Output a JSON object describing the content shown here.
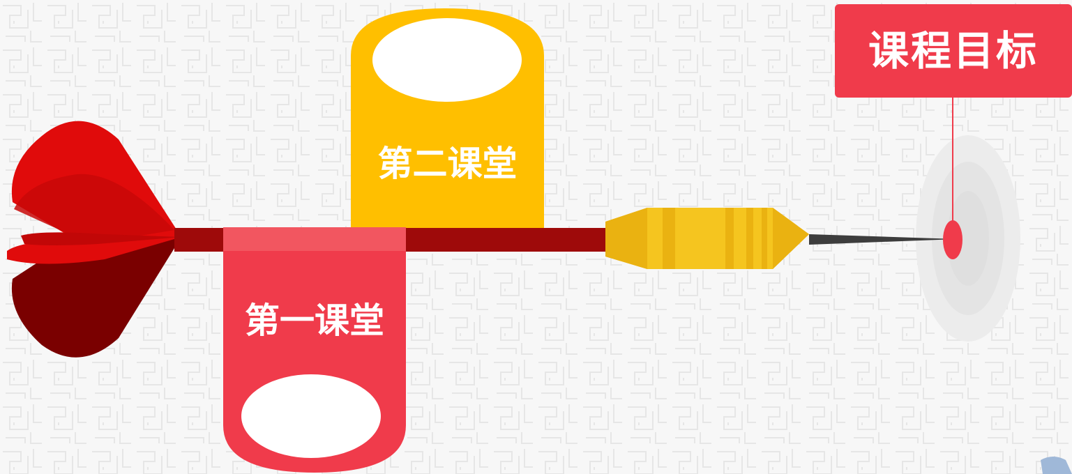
{
  "title": "课程目标",
  "stages": {
    "first": {
      "label": "第一课堂",
      "color": "#f03b4b"
    },
    "second": {
      "label": "第二课堂",
      "color": "#ffbf00"
    }
  },
  "colors": {
    "accent_red": "#f03b4b",
    "accent_yellow": "#ffbf00",
    "dart_shaft": "#9e0a0a",
    "dart_barrel": "#f2bb1c",
    "dart_tip": "#3d3d3d",
    "target": "#e8e8e8"
  },
  "icons": {
    "dart": "dart-icon",
    "target": "target-icon"
  }
}
